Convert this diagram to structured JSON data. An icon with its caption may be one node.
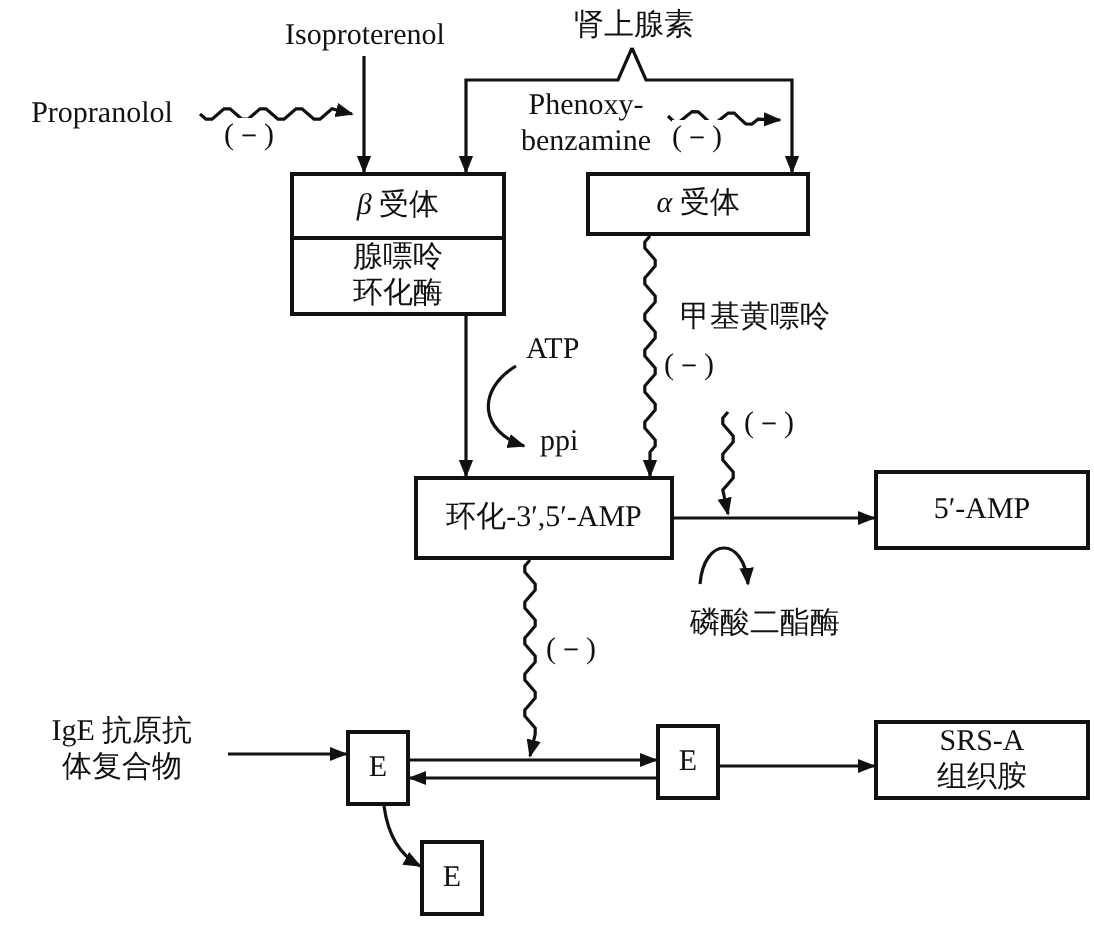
{
  "diagram": {
    "nodes": [
      {
        "text": [
          "Isoproterenol"
        ]
      },
      {
        "text": [
          "*β* 受体",
          "腺嘌呤环化酶"
        ]
      },
      {
        "text": [
          "Propranolol"
        ]
      },
      {
        "text": [
          "肾上腺素"
        ]
      },
      {
        "text": [
          "*α* 受体"
        ]
      },
      {
        "text": [
          "Phenoxy- benzamine"
        ]
      },
      {
        "text": [
          "环化-3′,5′-AMP"
        ]
      },
      {
        "text": [
          "5′-AMP"
        ]
      },
      {
        "text": [
          "IgE 抗原抗体复合物"
        ]
      },
      {
        "text": [
          "E"
        ]
      },
      {
        "text": [
          "E"
        ]
      },
      {
        "text": [
          "SRS-A 组织胺"
        ]
      },
      {
        "text": [
          "E"
        ]
      }
    ],
    "edges": [
      {
        "from": 0,
        "to": 1,
        "arrow": "to"
      },
      {
        "from": 2,
        "to": 0,
        "arrow": "to",
        "label": "(－)"
      },
      {
        "from": 3,
        "to": 1,
        "arrow": "to"
      },
      {
        "from": 3,
        "to": 4,
        "arrow": "to"
      },
      {
        "from": 5,
        "to": 4,
        "arrow": "to",
        "label": "(－)"
      },
      {
        "from": 1,
        "to": 6,
        "arrow": "to"
      },
      {
        "from": 4,
        "to": 6,
        "arrow": "to",
        "label": "(－)"
      },
      {
        "from": 6,
        "to": 7,
        "arrow": "to"
      },
      {
        "from": 6,
        "to": null,
        "arrow": "to",
        "label": "(－)"
      },
      {
        "from": 8,
        "to": 9,
        "arrow": "to"
      },
      {
        "from": 9,
        "to": 10,
        "arrow": "to"
      },
      {
        "from": 10,
        "to": 9,
        "arrow": "to"
      },
      {
        "from": 10,
        "to": 11,
        "arrow": "to"
      },
      {
        "from": 9,
        "to": 12,
        "arrow": "to"
      }
    ],
    "labels": [
      "ATP",
      "ppi",
      "甲基黄嘌呤",
      "(－)",
      "磷酸二酯酶"
    ]
  }
}
